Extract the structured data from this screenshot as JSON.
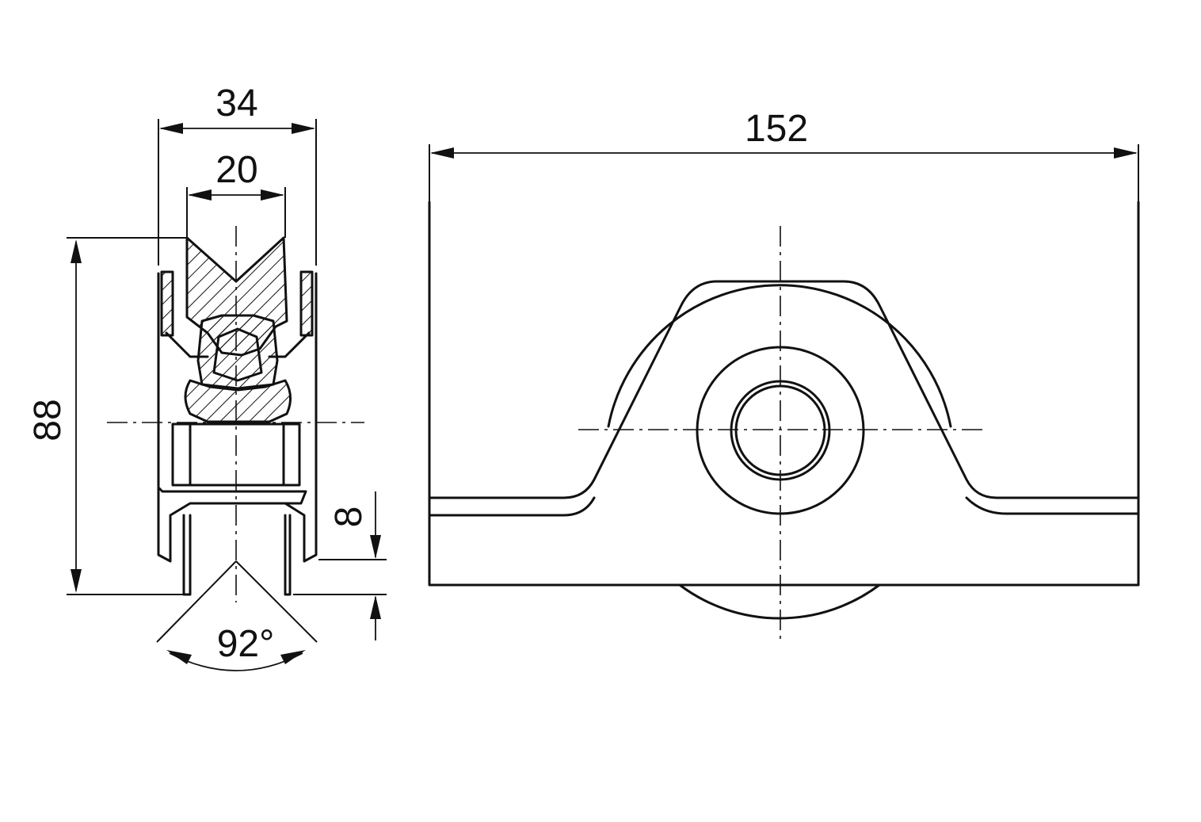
{
  "dimensions": {
    "side_width": "34",
    "groove_width": "20",
    "height": "88",
    "base_thickness": "8",
    "groove_angle": "92°",
    "length": "152"
  },
  "colors": {
    "ink": "#111111",
    "background": "#ffffff"
  }
}
